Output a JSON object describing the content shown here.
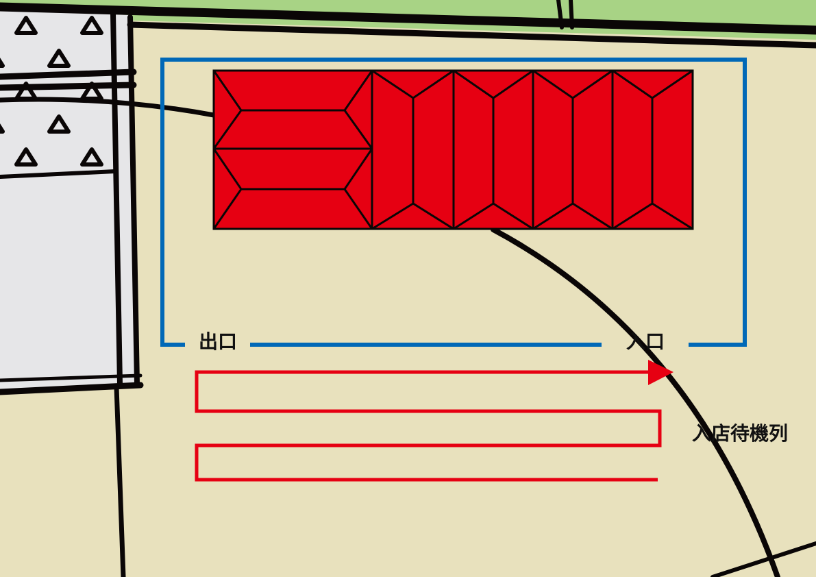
{
  "labels": {
    "exit": "出口",
    "entrance": "入口",
    "queue": "入店待機列"
  },
  "colors": {
    "ground": "#e8e1bd",
    "green": "#a8d385",
    "gray": "#e6e6e8",
    "building": "#e60012",
    "fence": "#0068b7",
    "queue": "#e60012",
    "line": "#0a0606"
  }
}
